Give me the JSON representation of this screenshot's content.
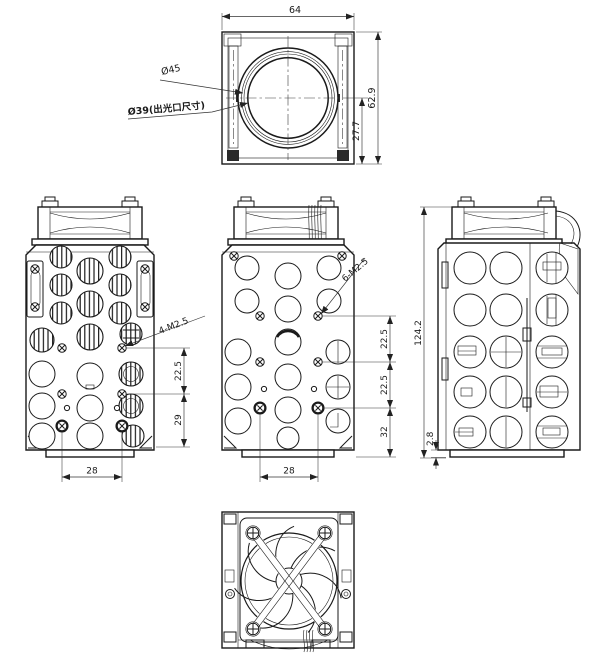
{
  "colors": {
    "line": "#1a1a1a",
    "background": "#ffffff"
  },
  "top_view": {
    "dim_width": "64",
    "dim_height": "62.9",
    "dim_center_offset": "27.7",
    "label_lens_od": "Ø45",
    "label_aperture": "Ø39(出光口尺寸)"
  },
  "front_view": {
    "label_threads": "4-M2.5",
    "dim_v1": "22.5",
    "dim_v2": "29",
    "dim_h": "28"
  },
  "back_view": {
    "label_threads": "6-M2.5",
    "dim_v1": "22.5",
    "dim_v2": "22.5",
    "dim_v3": "32",
    "dim_h": "28"
  },
  "side_view": {
    "dim_height": "124.2",
    "dim_base": "2.8"
  }
}
